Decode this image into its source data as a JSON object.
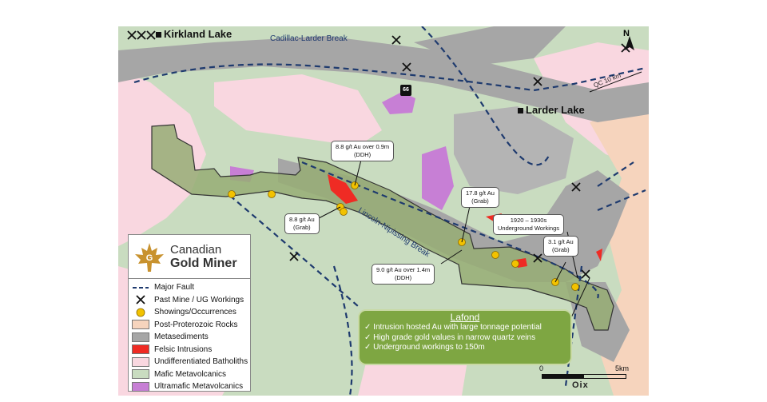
{
  "map": {
    "towns": [
      {
        "name": "Kirkland Lake"
      },
      {
        "name": "Larder Lake"
      }
    ],
    "faults": [
      {
        "name": "Cadillac-Larder Break"
      },
      {
        "name": "Lincoln-Nipissing Break"
      }
    ],
    "highway": "66",
    "direction_label": "QC 10 km",
    "north_label": "N",
    "callouts": [
      {
        "lines": [
          "8.8 g/t Au over 0.9m",
          "(DDH)"
        ]
      },
      {
        "lines": [
          "8.8 g/t Au",
          "(Grab)"
        ]
      },
      {
        "lines": [
          "17.8 g/t Au",
          "(Grab)"
        ]
      },
      {
        "lines": [
          "1920 – 1930s",
          "Underground  Workings"
        ]
      },
      {
        "lines": [
          "3.1 g/t Au",
          "(Grab)"
        ]
      },
      {
        "lines": [
          "9.0 g/t Au over 1.4m",
          "(DDH)"
        ]
      }
    ],
    "scale": {
      "start": "0",
      "end": "5km"
    },
    "watermark": "Oix"
  },
  "legend": {
    "logo": {
      "line1": "Canadian",
      "line2": "Gold Miner"
    },
    "items": [
      {
        "label": "Major Fault",
        "symbol": "dashed-line"
      },
      {
        "label": "Past Mine / UG Workings",
        "symbol": "crossed-picks"
      },
      {
        "label": "Showings/Occurrences",
        "symbol": "gold-dot"
      },
      {
        "label": "Post-Proterozoic Rocks",
        "color": "#f6d4bd"
      },
      {
        "label": "Metasediments",
        "color": "#a6a6a6"
      },
      {
        "label": "Felsic Intrusions",
        "color": "#ef2b24"
      },
      {
        "label": "Undifferentiated Batholiths",
        "color": "#f9d7e0"
      },
      {
        "label": "Mafic Metavolcanics",
        "color": "#c9dcc0"
      },
      {
        "label": "Ultramafic Metavolcanics",
        "color": "#c77fd5"
      }
    ]
  },
  "lafond": {
    "title": "Lafond",
    "bullets": [
      "Intrusion  hosted Au with large tonnage potential",
      "High grade gold values in narrow quartz veins",
      "Underground workings to 150m"
    ]
  },
  "colors": {
    "mafic": "#c9dcc0",
    "batholith": "#f9d7e0",
    "metasediment": "#a6a6a6",
    "property": "#97ad74",
    "fault": "#1e3a6e",
    "showing": "#f2c200",
    "felsic": "#ef2b24",
    "ultramafic": "#c77fd5",
    "post_proterozoic": "#f6d4bd",
    "lafond_box": "#7ea642"
  }
}
